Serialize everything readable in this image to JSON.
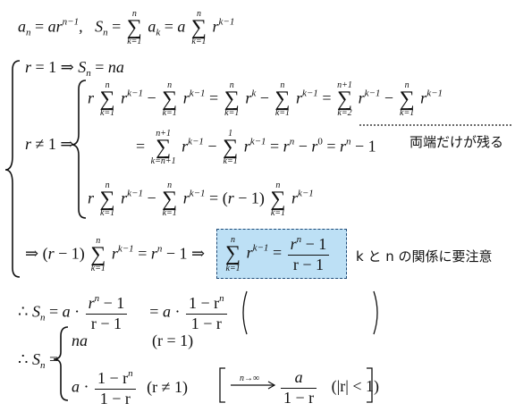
{
  "line1": {
    "a_n": "a",
    "n": "n",
    "eq": " = ar",
    "pow": "n−1",
    "sep": ",   S",
    "rest": " = ",
    "a_k": " a",
    "k": "k",
    "eq2": " = a",
    "term": " r",
    "powk": "k−1",
    "from": "k=1",
    "to": "n"
  },
  "case1": {
    "text": "r = 1 ⇒ S",
    "sub": "n",
    "rhs": " = na"
  },
  "case2": {
    "lhs": "r ≠ 1 ⇒"
  },
  "row1": {
    "p1": "r",
    "m1": " − ",
    "eq1": " = ",
    "term_k": " r",
    "sup_k": "k",
    "eq2": " = ",
    "upper_np1": "n+1",
    "lower_k2": "k=2"
  },
  "row2": {
    "eq": "= ",
    "lower_kn1": "k=n+1",
    "upper_1": "1",
    "tail1": " = r",
    "sup_n": "n",
    "tail2": " − r",
    "sup_0": "0",
    "tail3": " = r",
    "tail4": " − 1"
  },
  "note_both_ends": "両端だけが残る",
  "row3": {
    "eq": " = (r − 1)"
  },
  "row4": {
    "pre": "⇒ (r − 1)",
    "mid": " = r",
    "sup_n": "n",
    "post": " − 1 ⇒"
  },
  "boxed": {
    "eq": " = ",
    "num": "r",
    "num_sup": "n",
    "num_tail": " − 1",
    "den": "r − 1"
  },
  "note_kn": "k と n の関係に要注意",
  "line5": {
    "pre": "∴ S",
    "sub": "n",
    "eq": " = a · ",
    "num": "r",
    "num_sup": "n",
    "num_tail": " − 1",
    "den": "r − 1",
    "alt": "= a · ",
    "anum": "1 − r",
    "anum_sup": "n",
    "aden": "1 − r"
  },
  "line6": {
    "pre": "∴ S",
    "sub": "n",
    "eq": " =",
    "c1": "na",
    "c1cond": "(r = 1)",
    "c2a": "a · ",
    "c2num": "1 − r",
    "c2sup": "n",
    "c2den": "1 − r",
    "c2cond": "(r ≠ 1)",
    "arrow_label": "n→∞",
    "lim_num": "a",
    "lim_den": "1 − r",
    "lim_cond": "(|r| < 1)"
  },
  "common": {
    "r": " r",
    "km1": "k−1",
    "k1": "k=1",
    "n": "n",
    "sigma": "Σ"
  },
  "colors": {
    "box_fill": "#bde0f5",
    "box_border": "#1f4b78"
  }
}
